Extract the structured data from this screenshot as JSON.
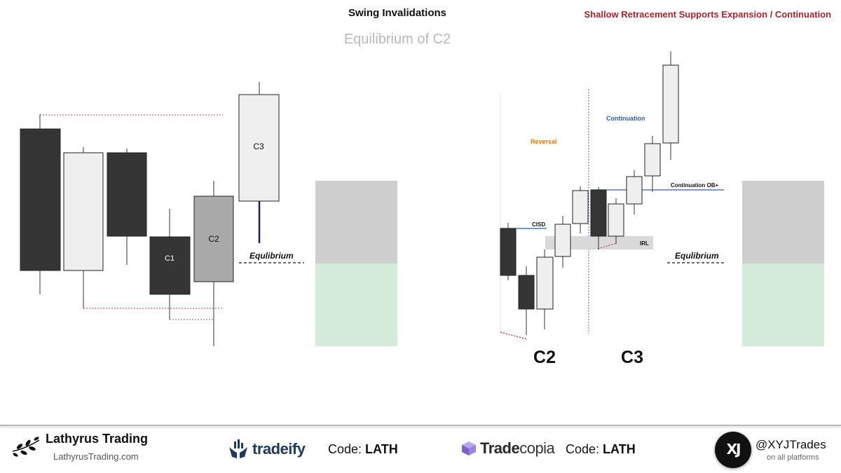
{
  "header": {
    "title": "Swing Invalidations",
    "right_title": "Shallow Retracement Supports Expansion / Continuation",
    "subtitle": "Equilibrium of C2"
  },
  "left_panel": {
    "candle_labels": {
      "c1": "C1",
      "c2": "C2",
      "c3": "C3"
    },
    "equilibrium_label": "Equlibrium"
  },
  "right_panel": {
    "reversal_label": "Reversal",
    "continuation_label": "Continuation",
    "cisd_label": "CISD",
    "irl_label": "IRL",
    "continuation_ob_label": "Continuation OB+",
    "equilibrium_label": "Equlibrium",
    "c2_label": "C2",
    "c3_label": "C3"
  },
  "colors": {
    "bearish": "#353535",
    "bullish": "#efefef",
    "c2_fill": "#a9a9a9",
    "premium_zone": "#cfcfcf",
    "discount_zone": "#d3ecd9",
    "red_dotted": "#d03a3a",
    "blue_line": "#2a5db0",
    "purple_separator": "#9a44c8",
    "reversal_text": "#e07b17",
    "continuation_text": "#2a5db0",
    "accent_red": "#a8252d"
  },
  "footer": {
    "brand1_name": "Lathyrus Trading",
    "brand1_url": "LathyrusTrading.com",
    "brand2_name": "tradeify",
    "brand2_code_label": "Code: ",
    "brand2_code": "LATH",
    "brand3_name_part1": "Trade",
    "brand3_name_part2": "copia",
    "brand3_code_label": "Code: ",
    "brand3_code": "LATH",
    "brand4_avatar": "XJ",
    "brand4_handle": "@XYJTrades",
    "brand4_sub": "on all platforms"
  }
}
